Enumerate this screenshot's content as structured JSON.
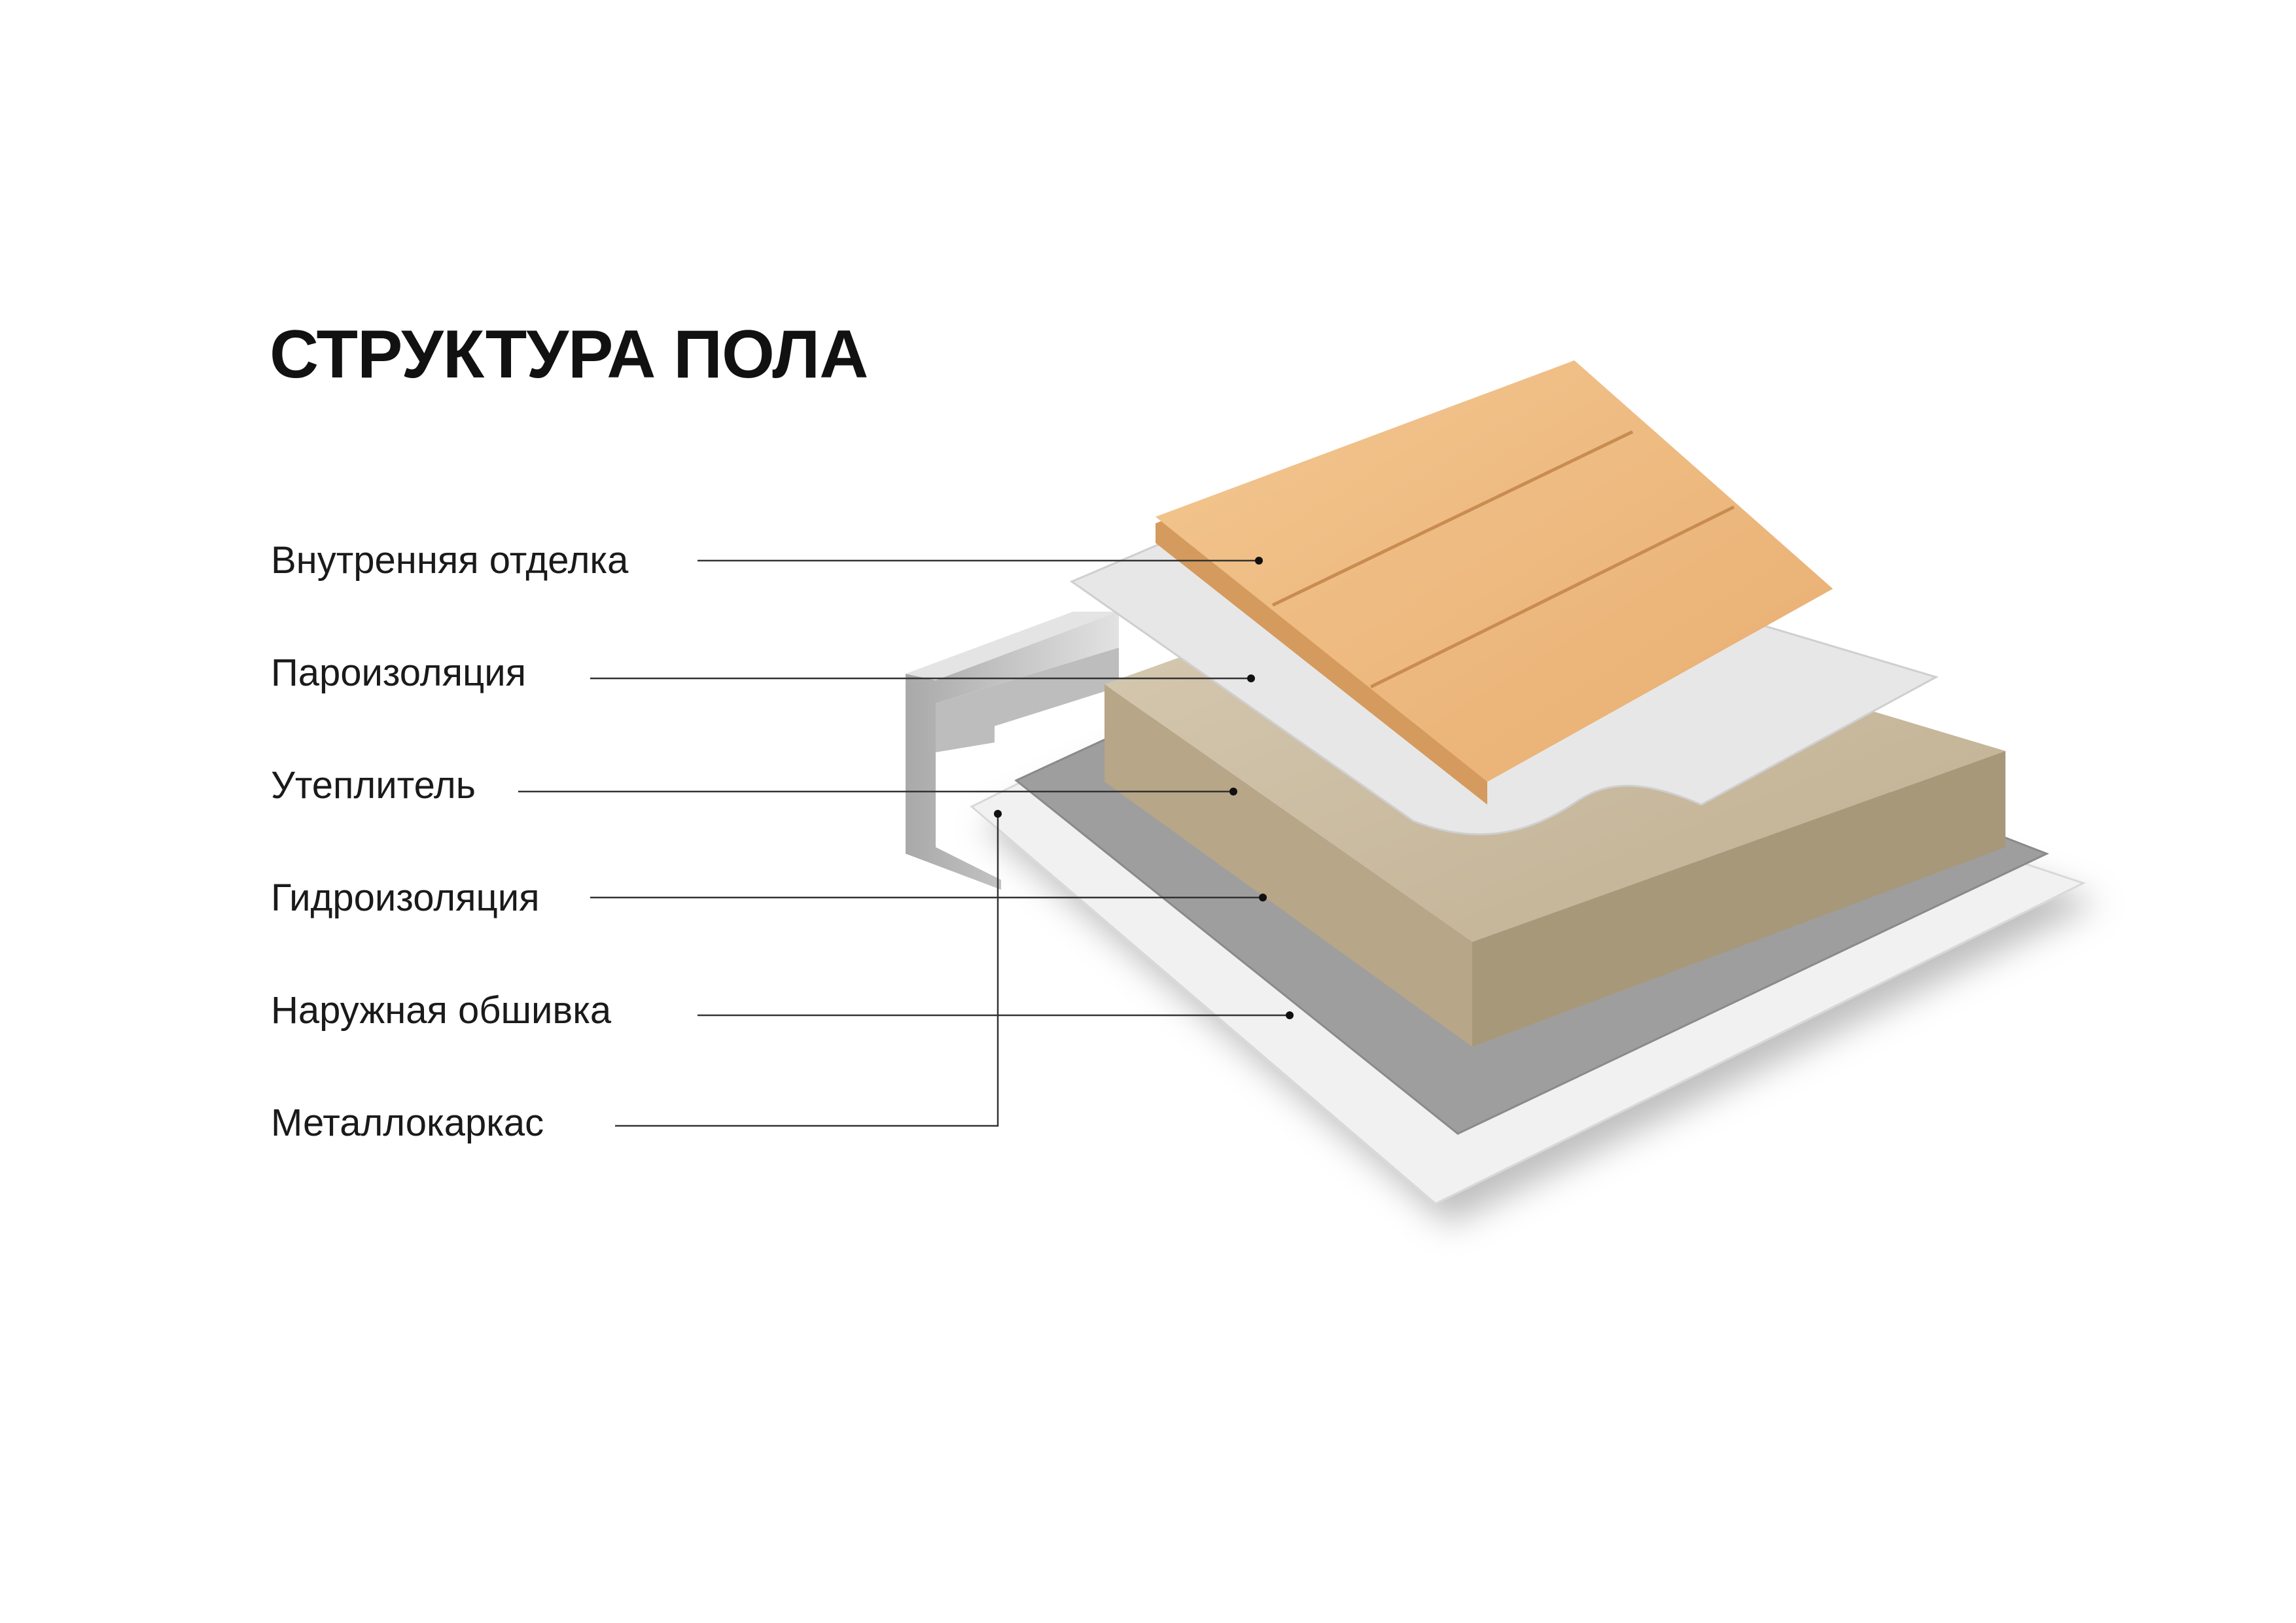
{
  "title": "СТРУКТУРА ПОЛА",
  "layers": [
    {
      "label": "Внутренняя отделка"
    },
    {
      "label": "Пароизоляция"
    },
    {
      "label": "Утеплитель"
    },
    {
      "label": "Гидроизоляция"
    },
    {
      "label": "Наружная обшивка"
    },
    {
      "label": "Металлокаркас"
    }
  ],
  "colors": {
    "wood": "#ebb77e",
    "wool": "#c9bba0",
    "membrane": "#e6e6e6",
    "waterproof": "#9c9c9c",
    "sheathing": "#efefef",
    "metal": "#c8c8c8",
    "line": "#333333"
  }
}
